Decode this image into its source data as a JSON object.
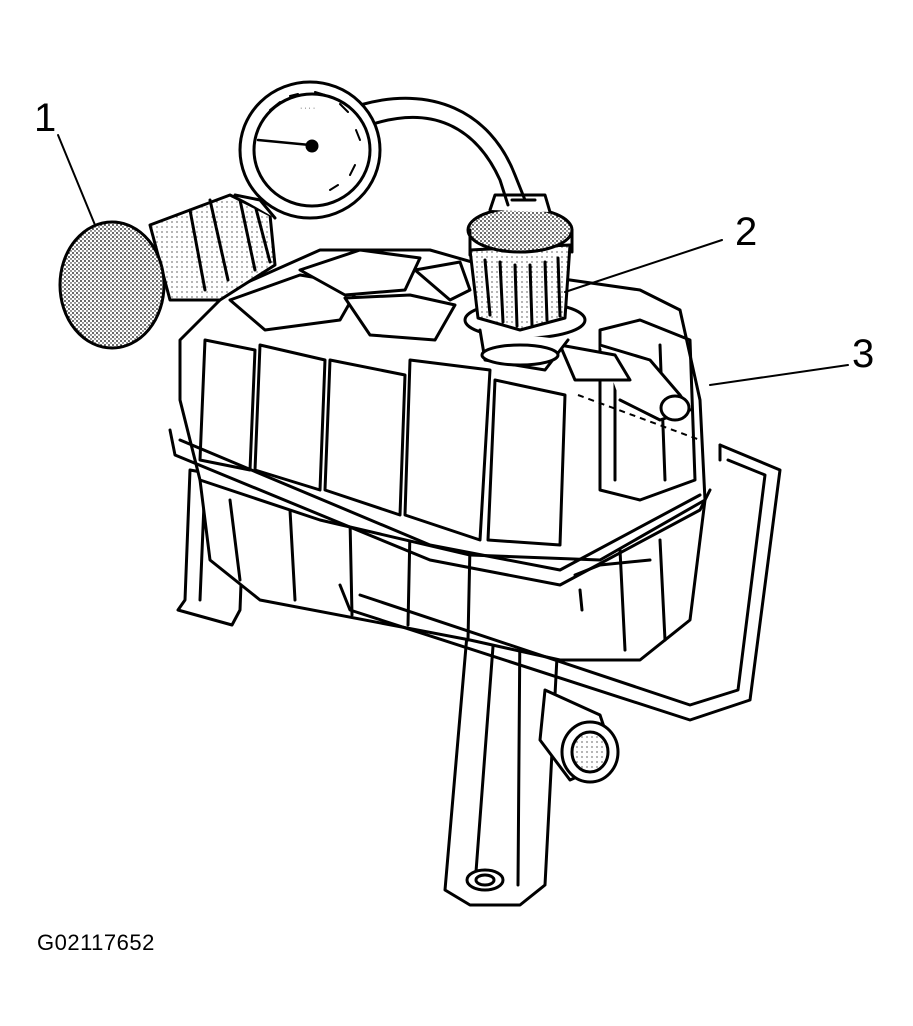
{
  "callouts": {
    "c1": "1",
    "c2": "2",
    "c3": "3"
  },
  "figure_id": "G02117652",
  "colors": {
    "ink": "#000000",
    "paper": "#ffffff",
    "shade": "#bdbdbd"
  }
}
